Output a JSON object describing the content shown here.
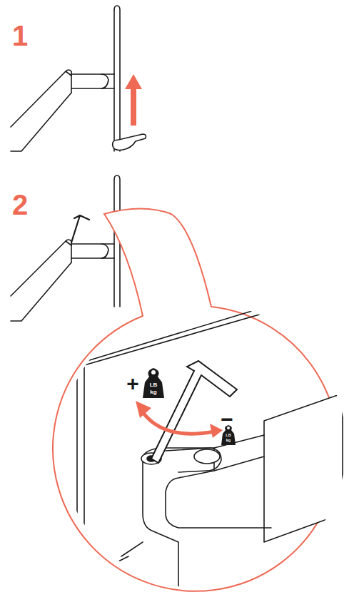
{
  "diagram": {
    "labels": [
      "1",
      "2",
      "+",
      "LB",
      "kg",
      "−",
      "LB",
      "kg"
    ]
  }
}
